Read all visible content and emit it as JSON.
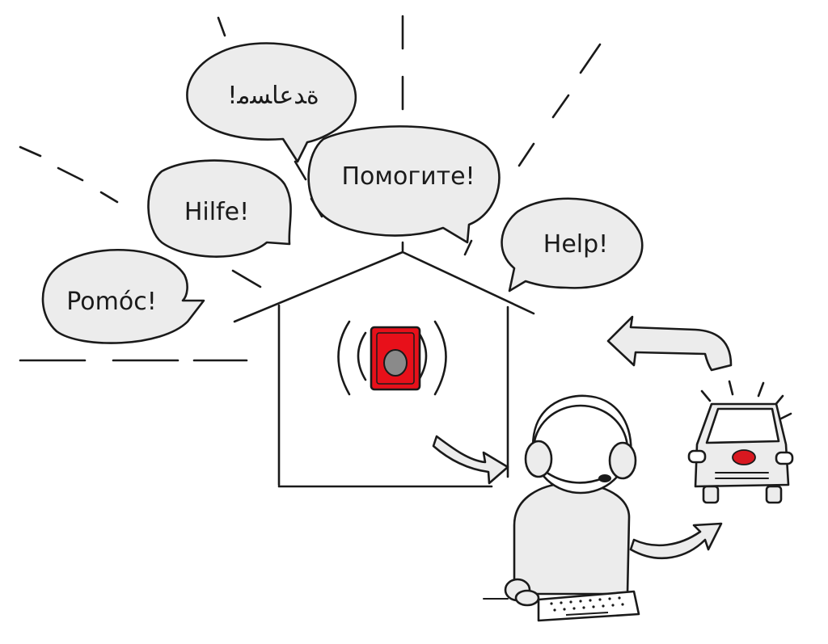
{
  "bubbles": {
    "arabic": "!ﺓﺪﻋﺎﺴﻣ",
    "pomoc": "Pomóc!",
    "hilfe": "Hilfe!",
    "pomogite": "Помогите!",
    "help": "Help!"
  },
  "colors": {
    "alarm_button": "#e8101a",
    "ink": "#1a1a1a",
    "bubble_fill": "#ececec",
    "vehicle_emblem": "#d81820"
  },
  "icons": [
    "alarm-button-icon",
    "operator-headset-icon",
    "keyboard-icon",
    "mouse-icon",
    "emergency-vehicle-icon",
    "arrow-icon"
  ]
}
